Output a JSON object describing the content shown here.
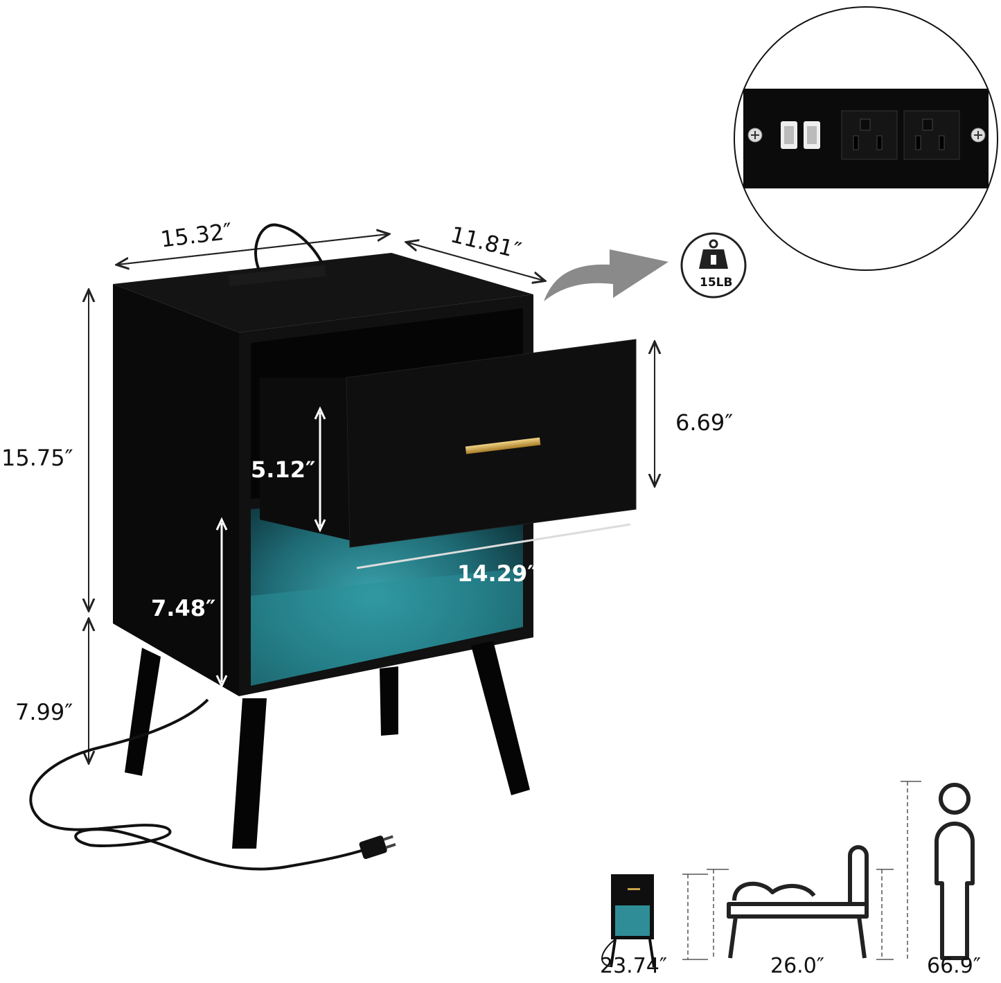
{
  "dimensions": {
    "top_width": "15.32″",
    "top_depth": "11.81″",
    "cabinet_height": "15.75″",
    "leg_height": "7.99″",
    "drawer_inner_height": "5.12″",
    "drawer_front_height": "6.69″",
    "drawer_width": "14.29″",
    "shelf_height": "7.48″"
  },
  "weight_badge": {
    "label": "15LB",
    "icon": "weight-icon"
  },
  "outlet_panel": {
    "usb_ports": 2,
    "ac_outlets": 2
  },
  "scale_comparison": {
    "nightstand_height": "23.74″",
    "bed_height": "26.0″",
    "person_height": "66.9″"
  },
  "colors": {
    "body": "#0c0c0c",
    "led_glow": "#2f8d98",
    "handle": "#c9a24a",
    "arrow": "#8a8a8a"
  }
}
